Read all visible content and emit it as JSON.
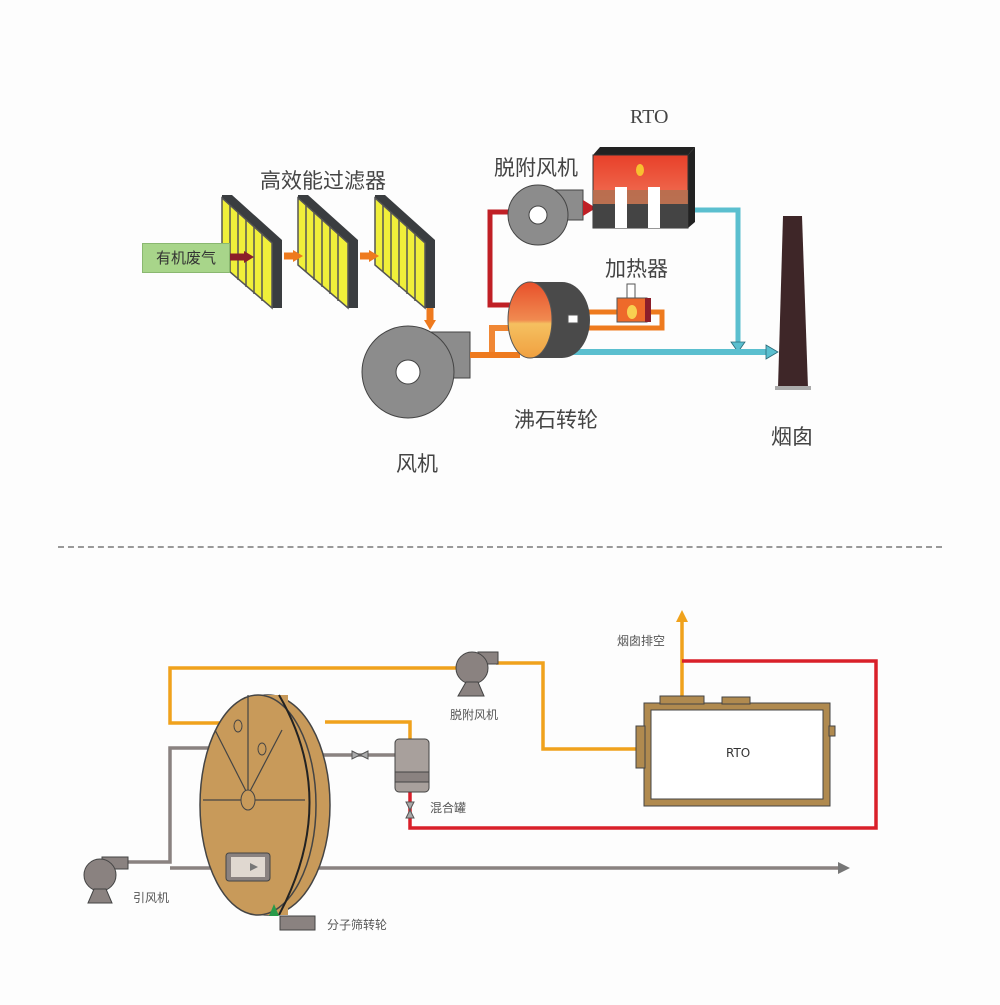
{
  "top_diagram": {
    "labels": {
      "organic_gas": "有机废气",
      "filters": "高效能过滤器",
      "desorption_fan": "脱附风机",
      "rto": "RTO",
      "heater": "加热器",
      "zeolite_wheel": "沸石转轮",
      "fan": "风机",
      "chimney": "烟囱"
    },
    "colors": {
      "filter_yellow": "#f0ef3a",
      "filter_frame": "#3a3d40",
      "arrow_orange": "#ee7a1e",
      "arrow_darkred": "#8b1e2a",
      "pipe_red": "#c01f25",
      "pipe_cyan": "#5bbfcf",
      "fan_gray": "#8c8c8c",
      "chimney_brown": "#3e2628",
      "rto_red": "#e8402a"
    }
  },
  "bottom_diagram": {
    "labels": {
      "chimney_exhaust": "烟囱排空",
      "desorption_fan": "脱附风机",
      "rto": "RTO",
      "mixing_tank": "混合罐",
      "induced_fan": "引风机",
      "molecular_sieve_wheel": "分子筛转轮"
    },
    "colors": {
      "pipe_orange": "#f0a21c",
      "pipe_red": "#d9202a",
      "pipe_gray": "#8a8280",
      "wheel_tan": "#c89a5a",
      "rto_frame": "#b08a4f"
    }
  }
}
